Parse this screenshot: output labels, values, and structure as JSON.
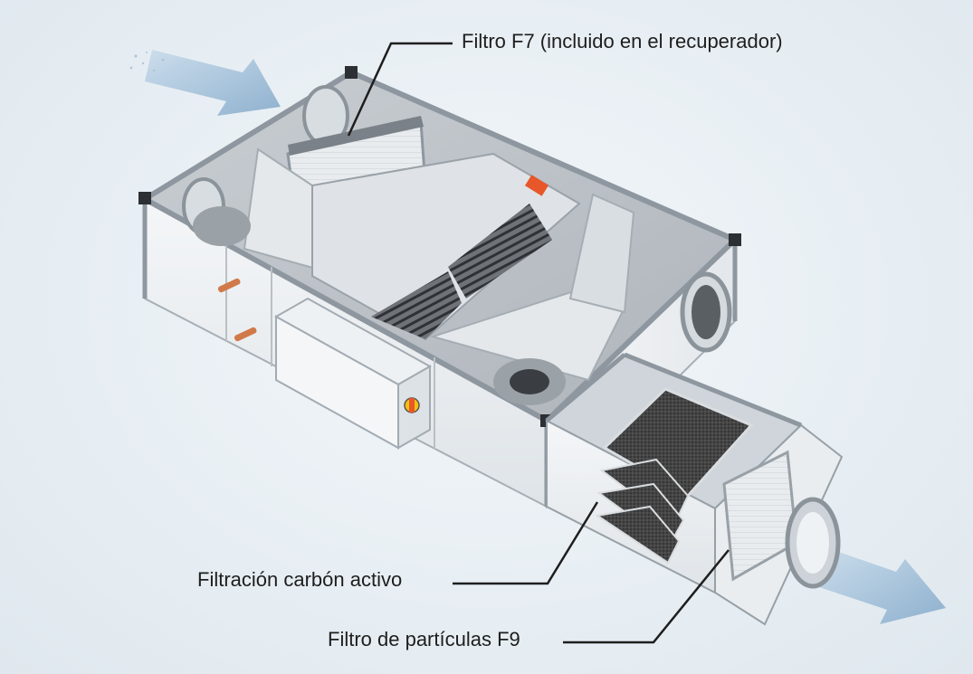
{
  "callouts": {
    "filter_f7": "Filtro F7 (incluido en el recuperador)",
    "carbon_filtration": "Filtración carbón activo",
    "particle_filter_f9": "Filtro de partículas F9"
  },
  "colors": {
    "background": "#e7eef3",
    "housing": "#eef1f4",
    "frame": "#9ea6ad",
    "flow_arrow": "#8fb3d1",
    "accent_orange": "#e8572a",
    "carbon_filter": "#3d3d3d",
    "leader_line": "#1e1e1e"
  },
  "icons": {
    "inlet_arrow": "airflow-in-arrow-icon",
    "outlet_arrow": "airflow-out-arrow-icon"
  }
}
